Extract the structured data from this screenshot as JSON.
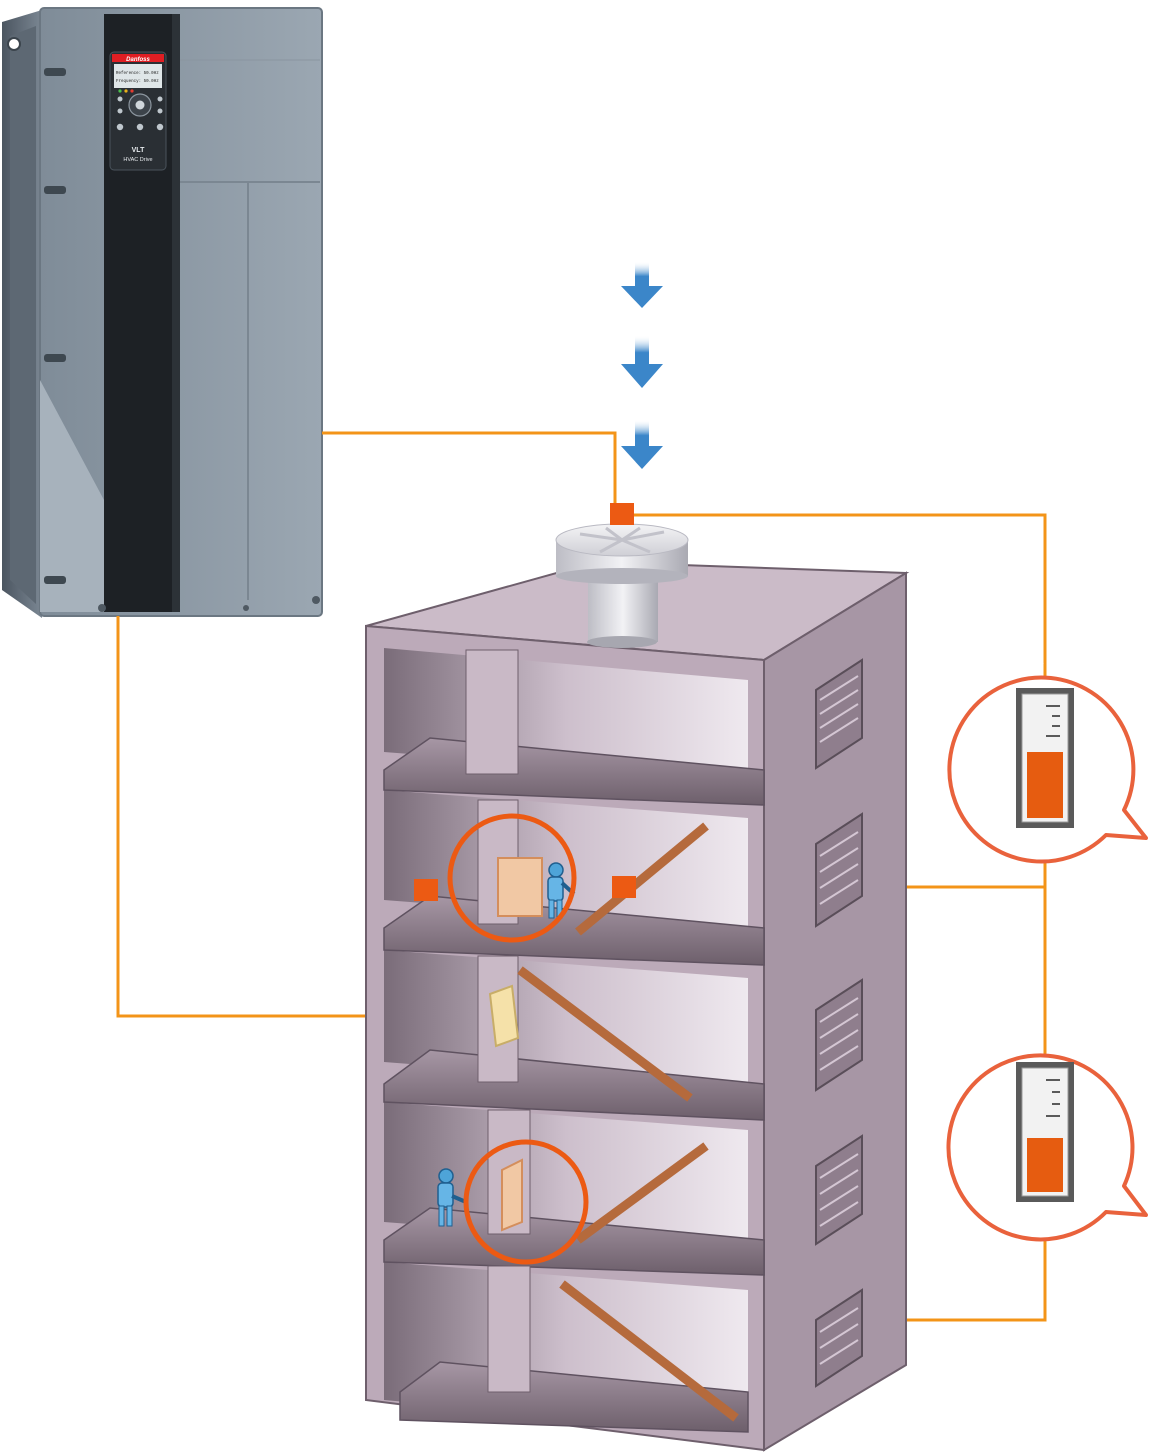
{
  "colors": {
    "wire": "#f39418",
    "sensor": "#ec5a13",
    "callout_stroke": "#e9623c",
    "gauge_fill": "#e65c10",
    "arrow": "#3b86c9",
    "drive_body": "#8d9aa6",
    "drive_front": "#1f2327",
    "building_wall": "#b9a8b5",
    "building_side": "#a897a6",
    "stairs": "#e8945e",
    "door": "#f1c8a4",
    "panel": "#f5e1a9"
  },
  "drive": {
    "brand_logo": "Danfoss",
    "display_lines": [
      "Reference: 50.0Hz",
      "Frequency: 50.0Hz"
    ],
    "model_label": "VLT",
    "model_sub_label": "HVAC Drive"
  },
  "gauges": [
    {
      "name": "upper-pressure-gauge",
      "fill_level": 0.55
    },
    {
      "name": "lower-pressure-gauge",
      "fill_level": 0.45
    }
  ],
  "airflow_arrows": 3,
  "icons": [
    "fan-icon",
    "sensor-icon",
    "person-icon",
    "door-icon",
    "stairs-icon",
    "louvre-icon",
    "gauge-icon",
    "arrow-down-icon"
  ]
}
